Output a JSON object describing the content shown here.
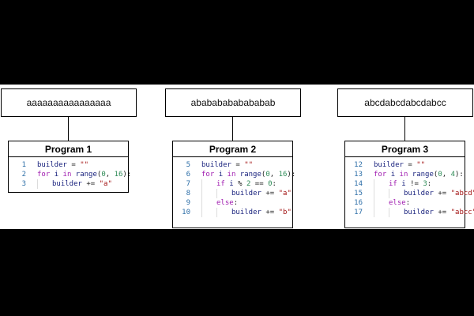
{
  "outputs": [
    "aaaaaaaaaaaaaaaa",
    "abababababababab",
    "abcdabcdabcdabcc"
  ],
  "programs": [
    {
      "title": "Program 1",
      "lines": [
        {
          "n": "1",
          "indent": 0,
          "tokens": [
            [
              "id",
              "builder"
            ],
            [
              "op",
              " = "
            ],
            [
              "str",
              "\"\""
            ]
          ]
        },
        {
          "n": "2",
          "indent": 0,
          "tokens": [
            [
              "kw",
              "for"
            ],
            [
              "op",
              " "
            ],
            [
              "id",
              "i"
            ],
            [
              "op",
              " "
            ],
            [
              "kw",
              "in"
            ],
            [
              "op",
              " "
            ],
            [
              "fn",
              "range"
            ],
            [
              "op",
              "("
            ],
            [
              "num",
              "0"
            ],
            [
              "op",
              ", "
            ],
            [
              "num",
              "16"
            ],
            [
              "op",
              "):"
            ]
          ]
        },
        {
          "n": "3",
          "indent": 1,
          "tokens": [
            [
              "id",
              "builder"
            ],
            [
              "op",
              " += "
            ],
            [
              "str",
              "\"a\""
            ]
          ]
        }
      ]
    },
    {
      "title": "Program 2",
      "lines": [
        {
          "n": "5",
          "indent": 0,
          "tokens": [
            [
              "id",
              "builder"
            ],
            [
              "op",
              " = "
            ],
            [
              "str",
              "\"\""
            ]
          ]
        },
        {
          "n": "6",
          "indent": 0,
          "tokens": [
            [
              "kw",
              "for"
            ],
            [
              "op",
              " "
            ],
            [
              "id",
              "i"
            ],
            [
              "op",
              " "
            ],
            [
              "kw",
              "in"
            ],
            [
              "op",
              " "
            ],
            [
              "fn",
              "range"
            ],
            [
              "op",
              "("
            ],
            [
              "num",
              "0"
            ],
            [
              "op",
              ", "
            ],
            [
              "num",
              "16"
            ],
            [
              "op",
              "):"
            ]
          ]
        },
        {
          "n": "7",
          "indent": 1,
          "tokens": [
            [
              "kw",
              "if"
            ],
            [
              "op",
              " "
            ],
            [
              "id",
              "i"
            ],
            [
              "op",
              " % "
            ],
            [
              "num",
              "2"
            ],
            [
              "op",
              " == "
            ],
            [
              "num",
              "0"
            ],
            [
              "op",
              ":"
            ]
          ]
        },
        {
          "n": "8",
          "indent": 2,
          "tokens": [
            [
              "id",
              "builder"
            ],
            [
              "op",
              " += "
            ],
            [
              "str",
              "\"a\""
            ]
          ]
        },
        {
          "n": "9",
          "indent": 1,
          "tokens": [
            [
              "kw",
              "else"
            ],
            [
              "op",
              ":"
            ]
          ]
        },
        {
          "n": "10",
          "indent": 2,
          "tokens": [
            [
              "id",
              "builder"
            ],
            [
              "op",
              " += "
            ],
            [
              "str",
              "\"b\""
            ]
          ]
        }
      ]
    },
    {
      "title": "Program 3",
      "lines": [
        {
          "n": "12",
          "indent": 0,
          "tokens": [
            [
              "id",
              "builder"
            ],
            [
              "op",
              " = "
            ],
            [
              "str",
              "\"\""
            ]
          ]
        },
        {
          "n": "13",
          "indent": 0,
          "tokens": [
            [
              "kw",
              "for"
            ],
            [
              "op",
              " "
            ],
            [
              "id",
              "i"
            ],
            [
              "op",
              " "
            ],
            [
              "kw",
              "in"
            ],
            [
              "op",
              " "
            ],
            [
              "fn",
              "range"
            ],
            [
              "op",
              "("
            ],
            [
              "num",
              "0"
            ],
            [
              "op",
              ", "
            ],
            [
              "num",
              "4"
            ],
            [
              "op",
              "):"
            ]
          ]
        },
        {
          "n": "14",
          "indent": 1,
          "tokens": [
            [
              "kw",
              "if"
            ],
            [
              "op",
              " "
            ],
            [
              "id",
              "i"
            ],
            [
              "op",
              " != "
            ],
            [
              "num",
              "3"
            ],
            [
              "op",
              ":"
            ]
          ]
        },
        {
          "n": "15",
          "indent": 2,
          "tokens": [
            [
              "id",
              "builder"
            ],
            [
              "op",
              " += "
            ],
            [
              "str",
              "\"abcd\""
            ]
          ]
        },
        {
          "n": "16",
          "indent": 1,
          "tokens": [
            [
              "kw",
              "else"
            ],
            [
              "op",
              ":"
            ]
          ]
        },
        {
          "n": "17",
          "indent": 2,
          "tokens": [
            [
              "id",
              "builder"
            ],
            [
              "op",
              " += "
            ],
            [
              "str",
              "\"abcc\""
            ]
          ]
        }
      ]
    }
  ]
}
